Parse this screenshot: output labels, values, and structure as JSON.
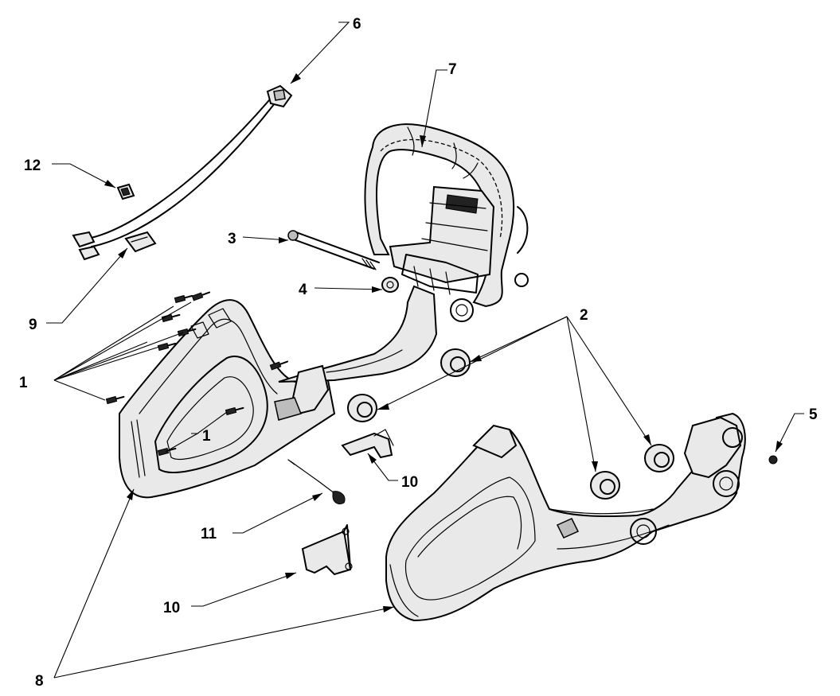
{
  "callouts": [
    {
      "id": "c1",
      "label": "1"
    },
    {
      "id": "c1b",
      "label": "1"
    },
    {
      "id": "c2",
      "label": "2"
    },
    {
      "id": "c3",
      "label": "3"
    },
    {
      "id": "c4",
      "label": "4"
    },
    {
      "id": "c5",
      "label": "5"
    },
    {
      "id": "c6",
      "label": "6"
    },
    {
      "id": "c7",
      "label": "7"
    },
    {
      "id": "c8",
      "label": "8"
    },
    {
      "id": "c9",
      "label": "9"
    },
    {
      "id": "c10a",
      "label": "10"
    },
    {
      "id": "c10b",
      "label": "10"
    },
    {
      "id": "c11",
      "label": "11"
    },
    {
      "id": "c12",
      "label": "12"
    }
  ]
}
